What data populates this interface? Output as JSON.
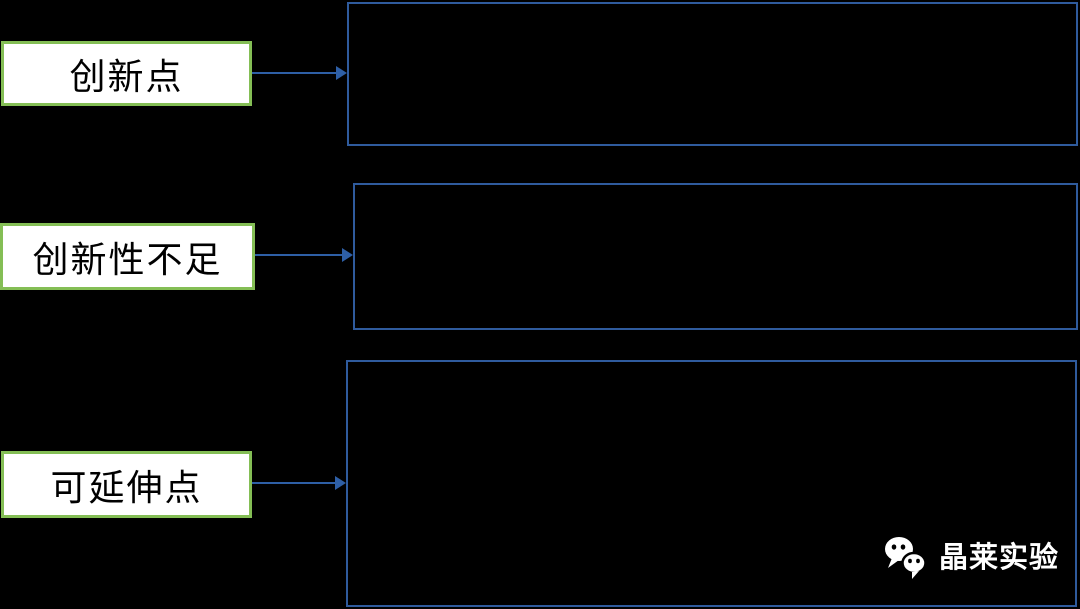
{
  "diagram": {
    "boxes": [
      {
        "label": "创新点"
      },
      {
        "label": "创新性不足"
      },
      {
        "label": "可延伸点"
      }
    ],
    "watermark": {
      "icon": "wechat-icon",
      "text": "晶莱实验"
    },
    "colors": {
      "background": "#000000",
      "box_fill": "#FFFFFF",
      "box_border": "#84BE55",
      "label_text": "#000000",
      "panel_fill": "#000000",
      "panel_border": "#2F5B9D",
      "arrow": "#2E5FA6",
      "watermark_text": "#FFFFFF"
    }
  }
}
